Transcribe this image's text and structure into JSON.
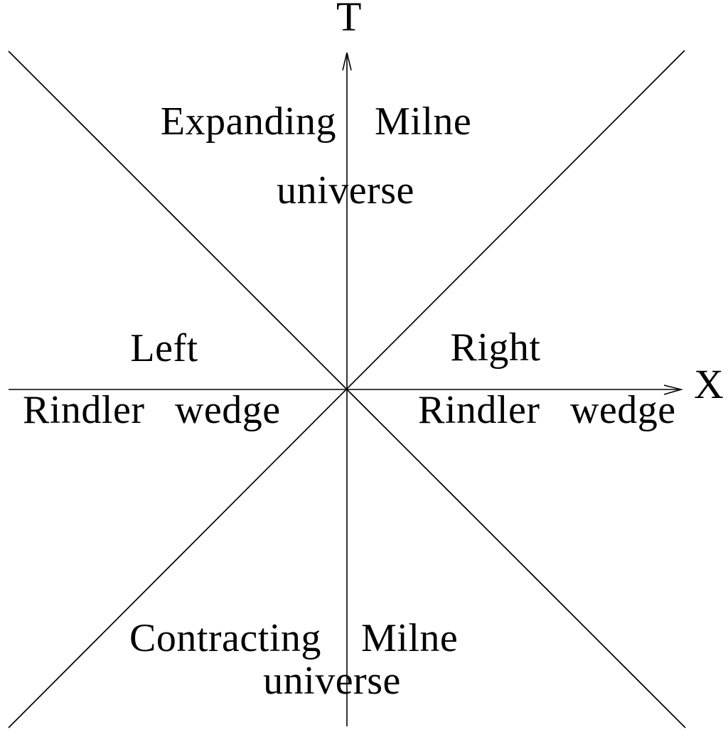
{
  "figure": {
    "background_color": "#ffffff",
    "line_color": "#000000",
    "text_color": "#000000",
    "axes": {
      "t_label": "T",
      "x_label": "X"
    },
    "regions": {
      "future": {
        "word1": "Expanding",
        "word2": "Milne",
        "line2": "universe"
      },
      "left_wedge": {
        "line1": "Left",
        "line2": "Rindler wedge"
      },
      "right_wedge": {
        "line1": "Right",
        "line2": "Rindler wedge"
      },
      "past": {
        "word1": "Contracting",
        "word2": "Milne",
        "line2": "universe"
      }
    }
  }
}
